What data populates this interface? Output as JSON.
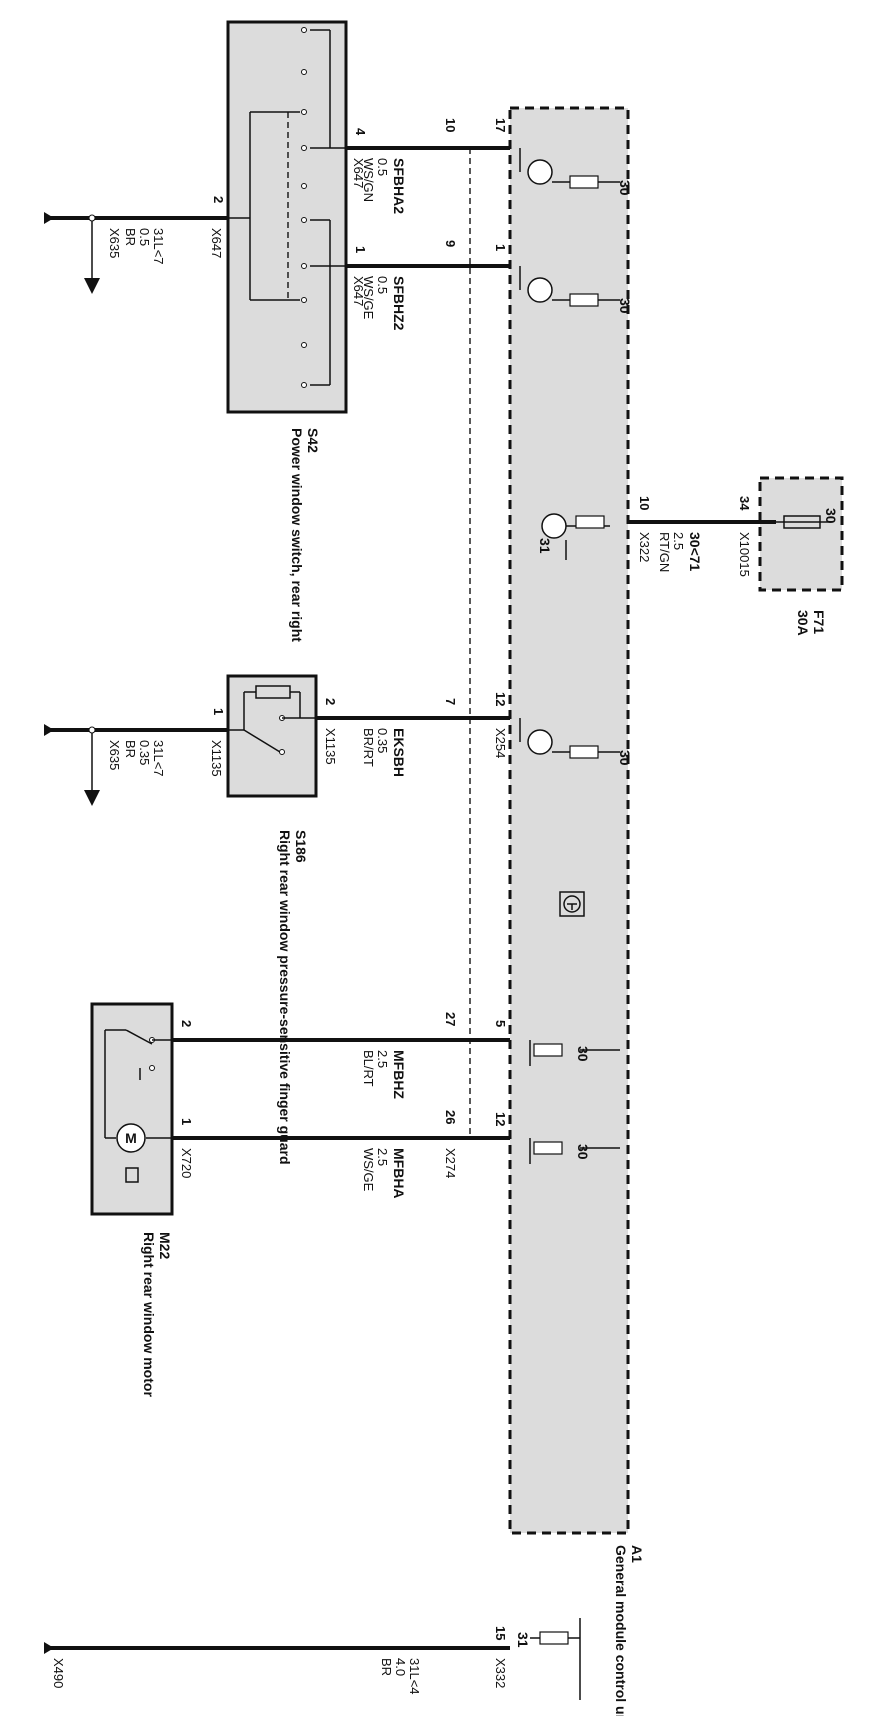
{
  "colors": {
    "wire": "#111111",
    "box_fill": "#dcdcdc",
    "background": "#ffffff"
  },
  "components": {
    "s42": {
      "id": "S42",
      "name": "Power window switch, rear right"
    },
    "s186": {
      "id": "S186",
      "name": "Right rear window pressure-sensitive finger guard"
    },
    "m22": {
      "id": "M22",
      "name": "Right rear window motor"
    },
    "a1": {
      "id": "A1",
      "name": "General module control unit"
    },
    "f71": {
      "id": "F71",
      "rating": "30A"
    }
  },
  "ground_refs": {
    "top": {
      "connector": "X635",
      "label": "31L<7",
      "size": "0.5",
      "color": "BR",
      "pin": "2",
      "plug": "X647"
    },
    "middle": {
      "connector": "X635",
      "label": "31L<7",
      "size": "0.35",
      "color": "BR",
      "pin": "1",
      "plug": "X1135"
    },
    "bottom": {
      "connector": "X490",
      "label": "31L<4",
      "size": "4.0",
      "color": "BR",
      "pin": "15",
      "plug": "X332"
    }
  },
  "wires": [
    {
      "signal": "SFBHA2",
      "size": "0.5",
      "color": "WS/GN",
      "pin_left": "4",
      "pin_mid": "10",
      "pin_right": "17",
      "plug": "X647"
    },
    {
      "signal": "SFBHZ2",
      "size": "0.5",
      "color": "WS/GE",
      "pin_left": "1",
      "pin_mid": "9",
      "pin_right": "1",
      "plug": "X647"
    },
    {
      "signal": "30<71",
      "size": "2.5",
      "color": "RT/GN",
      "pin_left": "10",
      "pin_right": "34",
      "plug": "X322",
      "plug2": "X10015"
    },
    {
      "signal": "EKSBH",
      "size": "0.35",
      "color": "BR/RT",
      "pin_left": "2",
      "pin_mid": "7",
      "pin_right": "12",
      "plug": "X1135",
      "plug2": "X254"
    },
    {
      "signal": "MFBHZ",
      "size": "2.5",
      "color": "BL/RT",
      "pin_left": "2",
      "pin_mid": "27",
      "pin_right": "5"
    },
    {
      "signal": "MFBHA",
      "size": "2.5",
      "color": "WS/GE",
      "pin_left": "1",
      "pin_mid": "26",
      "pin_right": "12",
      "plug": "X720",
      "plug2": "X274"
    }
  ],
  "terminals": {
    "t30": "30",
    "t31": "31"
  },
  "motor_symbol": "M"
}
